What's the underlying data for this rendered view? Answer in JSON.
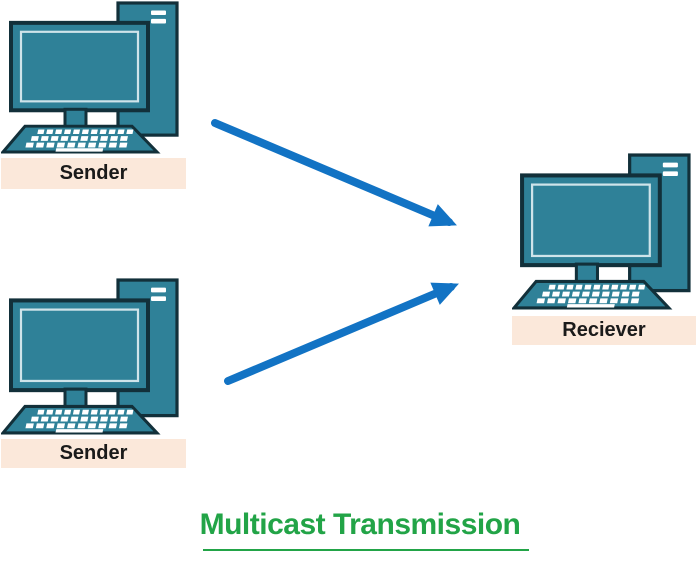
{
  "diagram_title": {
    "text": "Multicast Transmission",
    "color": "#22A447",
    "underlined": true
  },
  "colors": {
    "computer_fill": "#2F8198",
    "computer_outline": "#12303A",
    "computer_screen_border": "#CFE4EA",
    "keyboard_keys": "#FFFFFF",
    "arrow": "#1273C4",
    "label_background": "#FBE8DA",
    "label_text": "#1A1A1A",
    "title_green": "#22A447",
    "background": "#FFFFFF"
  },
  "nodes": [
    {
      "id": "sender-1",
      "label": "Sender",
      "role": "sender",
      "icon": "computer-icon"
    },
    {
      "id": "sender-2",
      "label": "Sender",
      "role": "sender",
      "icon": "computer-icon"
    },
    {
      "id": "receiver-1",
      "label": "Reciever",
      "role": "receiver",
      "icon": "computer-icon"
    }
  ],
  "arrows": [
    {
      "from": "sender-1",
      "to": "receiver-1"
    },
    {
      "from": "sender-2",
      "to": "receiver-1"
    }
  ]
}
